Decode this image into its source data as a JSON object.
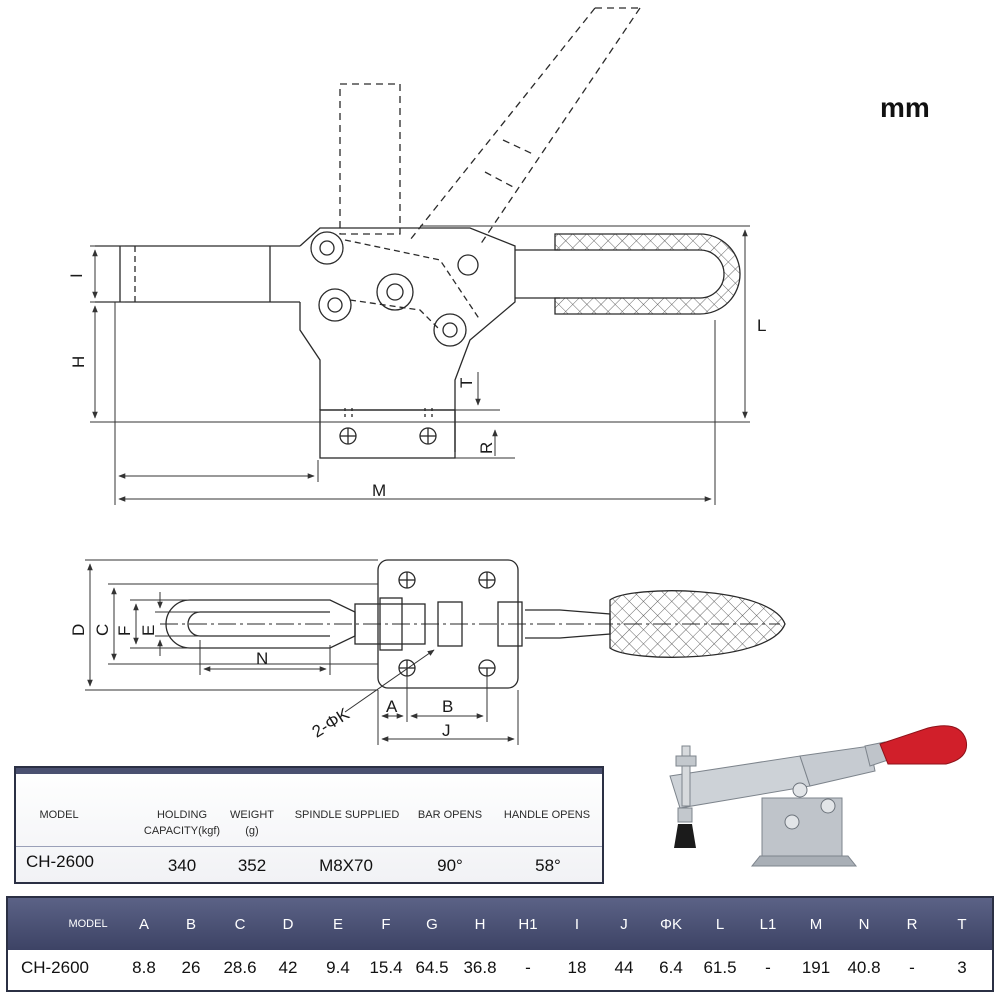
{
  "unit_label": "mm",
  "dimension_labels": {
    "I": "I",
    "H": "H",
    "L": "L",
    "T": "T",
    "R": "R",
    "M": "M",
    "D": "D",
    "C": "C",
    "F": "F",
    "E": "E",
    "N": "N",
    "A": "A",
    "B": "B",
    "J": "J",
    "K": "2-ΦK"
  },
  "spec_table": {
    "headers": {
      "model": "MODEL",
      "holding_1": "HOLDING",
      "holding_2": "CAPACITY(kgf)",
      "weight_1": "WEIGHT",
      "weight_2": "(g)",
      "spindle": "SPINDLE SUPPLIED",
      "bar": "BAR OPENS",
      "handle": "HANDLE OPENS"
    },
    "row": {
      "model": "CH-2600",
      "holding": "340",
      "weight": "352",
      "spindle": "M8X70",
      "bar": "90°",
      "handle": "58°"
    }
  },
  "dimension_table": {
    "model_header": "MODEL",
    "model_value": "CH-2600",
    "columns": [
      {
        "h": "A",
        "v": "8.8"
      },
      {
        "h": "B",
        "v": "26"
      },
      {
        "h": "C",
        "v": "28.6"
      },
      {
        "h": "D",
        "v": "42"
      },
      {
        "h": "E",
        "v": "9.4"
      },
      {
        "h": "F",
        "v": "15.4"
      },
      {
        "h": "G",
        "v": "64.5"
      },
      {
        "h": "H",
        "v": "36.8"
      },
      {
        "h": "H1",
        "v": "-"
      },
      {
        "h": "I",
        "v": "18"
      },
      {
        "h": "J",
        "v": "44"
      },
      {
        "h": "ΦK",
        "v": "6.4"
      },
      {
        "h": "L",
        "v": "61.5"
      },
      {
        "h": "L1",
        "v": "-"
      },
      {
        "h": "M",
        "v": "191"
      },
      {
        "h": "N",
        "v": "40.8"
      },
      {
        "h": "R",
        "v": "-"
      },
      {
        "h": "T",
        "v": "3"
      }
    ]
  },
  "colors": {
    "line": "#2a2a2a",
    "table_header": "#4a5070",
    "handle_grip": "#d11f2a",
    "metal": "#b9bec4"
  }
}
